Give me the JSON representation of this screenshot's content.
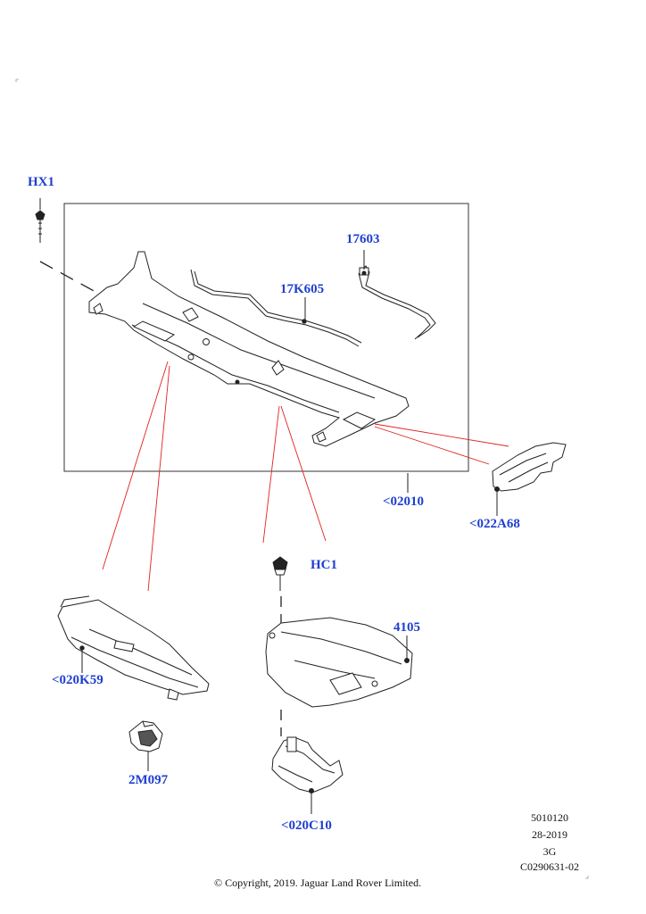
{
  "callouts": {
    "hx1": "HX1",
    "p17603": "17603",
    "p17k605": "17K605",
    "p02010": "<02010",
    "p022a68": "<022A68",
    "hc1": "HC1",
    "p4105": "4105",
    "p020k59": "<020K59",
    "p2m097": "2M097",
    "p020c10": "<020C10"
  },
  "reference": {
    "line1": "5010120",
    "line2": "28-2019",
    "line3": "3G",
    "line4": "C0290631-02"
  },
  "copyright": "© Copyright, 2019. Jaguar Land Rover Limited.",
  "colors": {
    "callout": "#1f3fcf",
    "leader": "#e02020",
    "line": "#222222"
  }
}
